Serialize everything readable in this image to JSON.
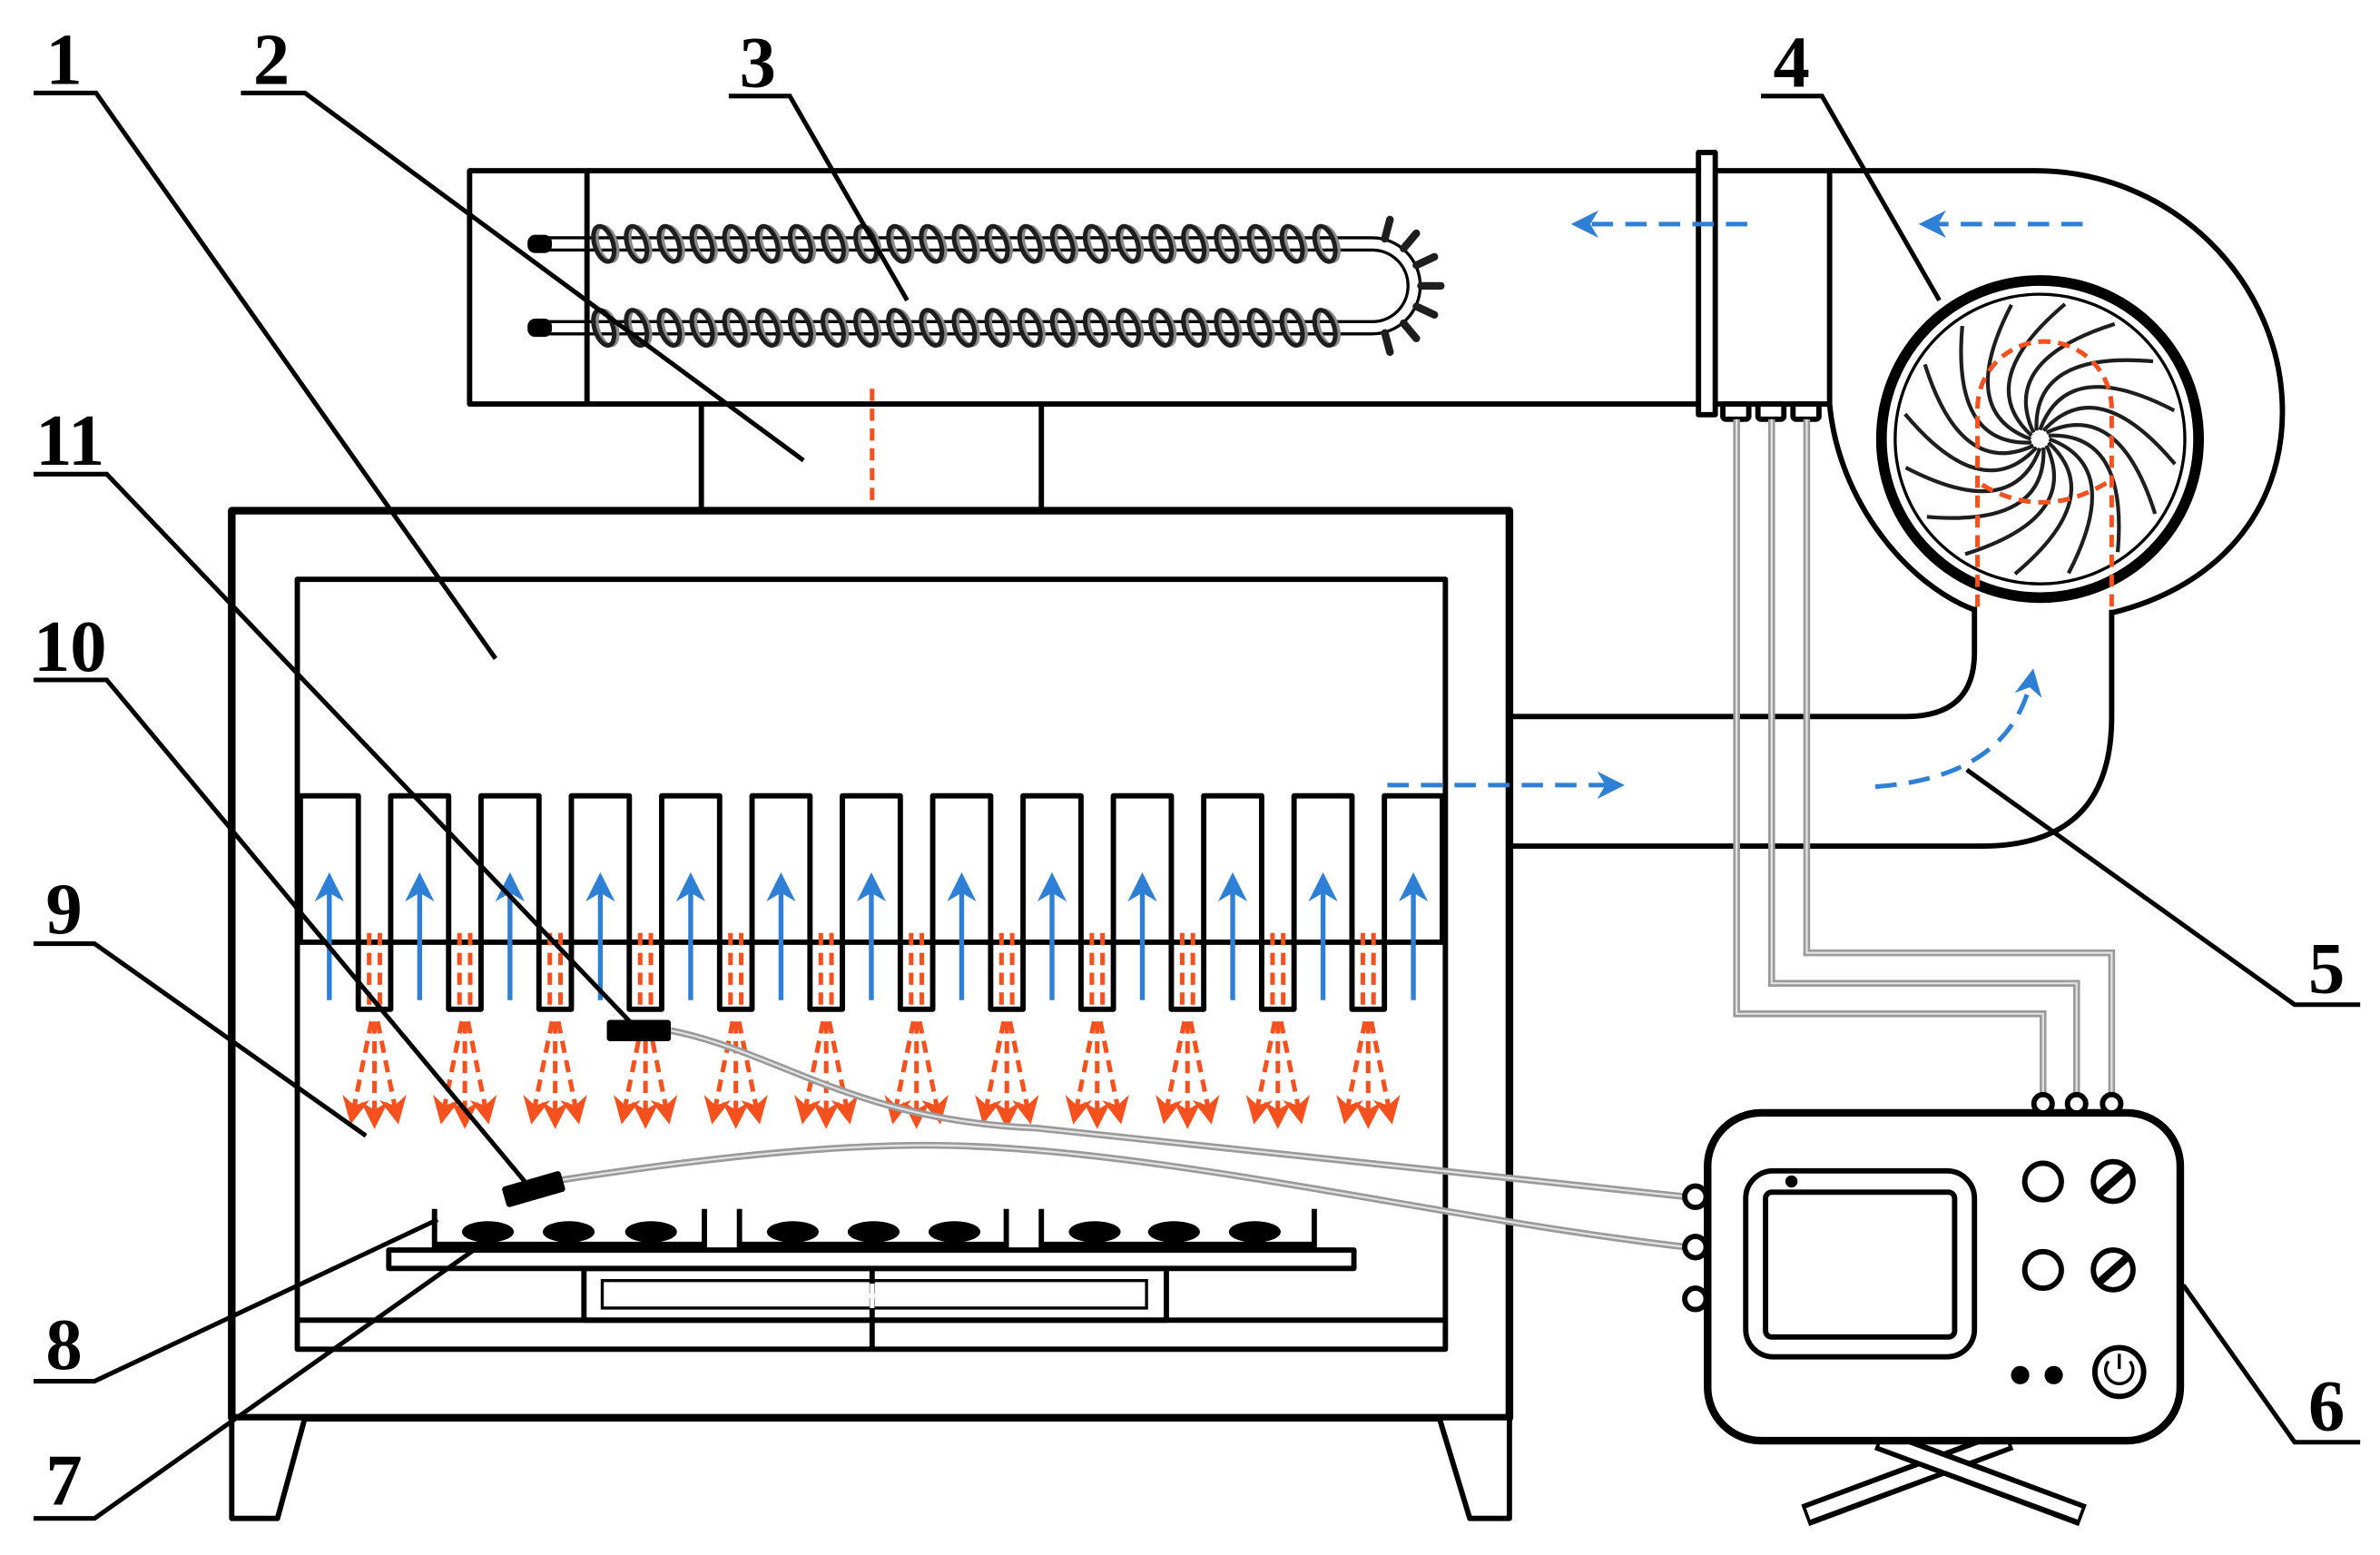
{
  "labels": {
    "part_1": "1",
    "part_2": "2",
    "part_3": "3",
    "part_4": "4",
    "part_5": "5",
    "part_6": "6",
    "part_7": "7",
    "part_8": "8",
    "part_9": "9",
    "part_10": "10",
    "part_11": "11"
  },
  "colors": {
    "hot_air": "#f4511e",
    "cool_air": "#2e7fd6",
    "wire": "#9a9a9a",
    "line": "#000000"
  }
}
